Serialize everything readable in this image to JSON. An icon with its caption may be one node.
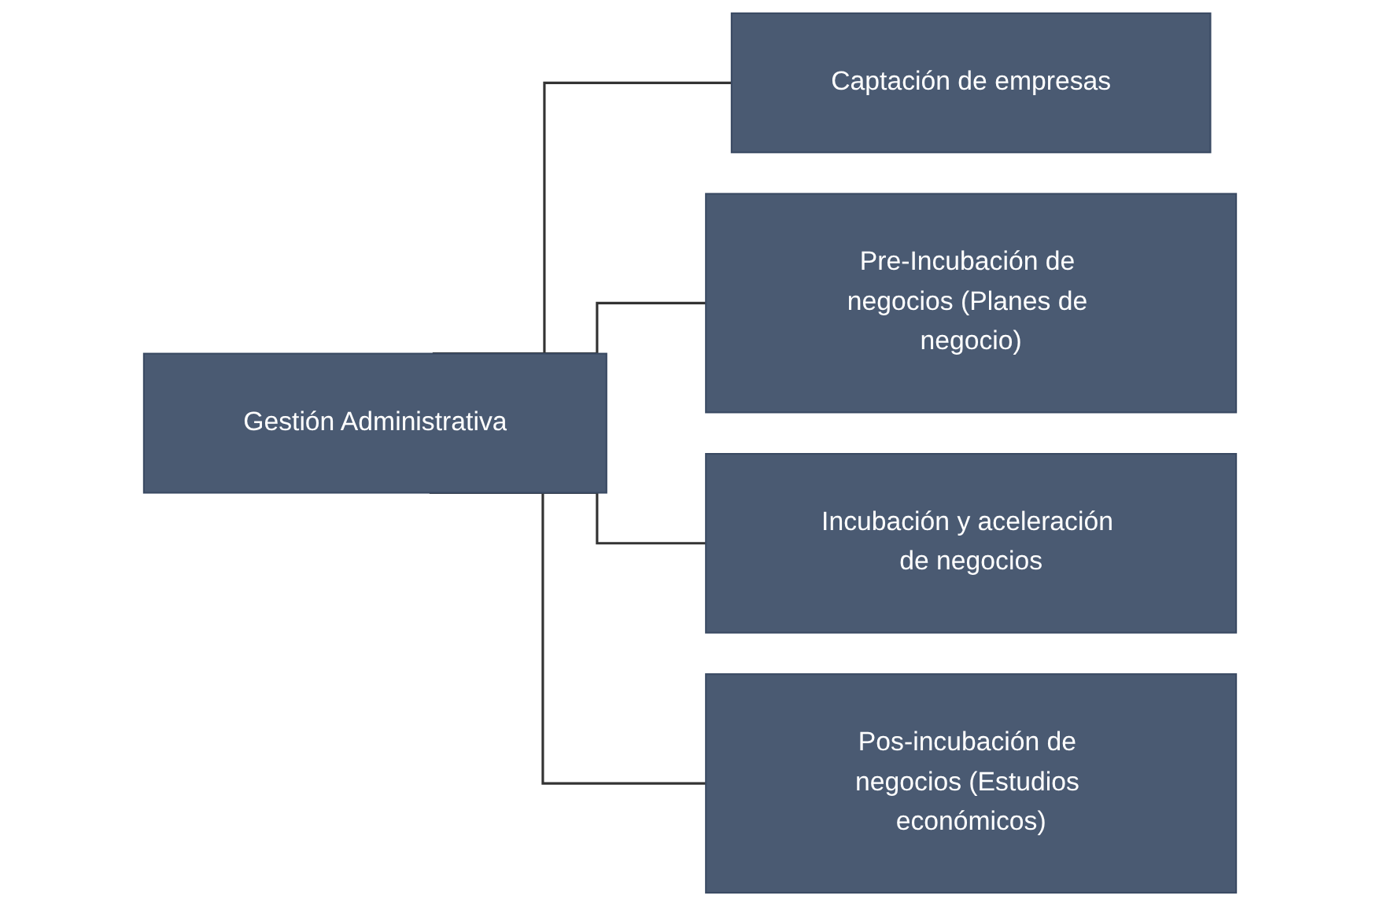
{
  "diagram": {
    "nodes": [
      {
        "text": [
          "Gestión Administrativa"
        ]
      },
      {
        "text": [
          "Captación de empresas"
        ]
      },
      {
        "text": [
          "Pre-Incubación de negocios (Planes de negocio)"
        ]
      },
      {
        "text": [
          "Incubación y aceleración de negocios"
        ]
      },
      {
        "text": [
          "Pos-incubación de negocios (Estudios económicos)"
        ]
      }
    ],
    "edges": [
      {
        "from": 0,
        "to": 1,
        "arrow": "none"
      },
      {
        "from": 0,
        "to": 2,
        "arrow": "none"
      },
      {
        "from": 0,
        "to": 3,
        "arrow": "none"
      },
      {
        "from": 0,
        "to": 4,
        "arrow": "none"
      }
    ]
  }
}
